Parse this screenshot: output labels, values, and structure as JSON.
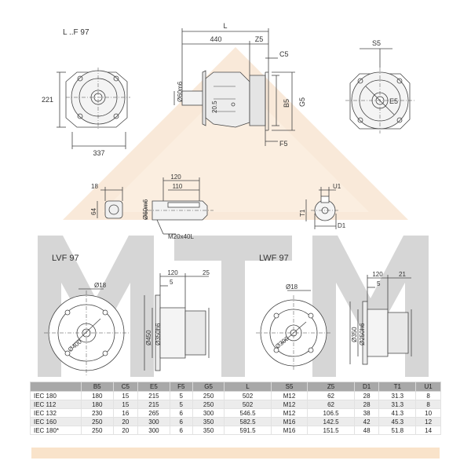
{
  "watermark": {
    "letters": "MTM",
    "accent": "#f6dcc2",
    "gray": "#d4d4d4"
  },
  "views": {
    "top_left": {
      "title": "L ..F 97",
      "dim_height": "221",
      "dim_width": "337"
    },
    "side": {
      "dim_L": "L",
      "dim_440": "440",
      "dim_Z5": "Z5",
      "dim_C5": "C5",
      "dim_B5": "B5",
      "dim_G5": "G5",
      "dim_F5": "F5",
      "dim_shaft": "Ø60m6",
      "dim_20_5": "20.5"
    },
    "right": {
      "dim_S5": "S5",
      "dim_E5": "E5"
    },
    "key": {
      "dim_18": "18",
      "dim_64": "64"
    },
    "shaft": {
      "dim_120": "120",
      "dim_110": "110",
      "dim_dia": "Ø60m6",
      "thread": "M20x40L"
    },
    "key2": {
      "dim_U1": "U1",
      "dim_T1": "T1",
      "dim_D1": "D1"
    },
    "lvf": {
      "title": "LVF 97",
      "dim_18": "Ø18",
      "dim_400": "Ø400",
      "dim_120": "120",
      "dim_25": "25",
      "dim_5": "5",
      "dim_450": "Ø450",
      "dim_350": "Ø350h6"
    },
    "lwf": {
      "title": "LWF 97",
      "dim_18": "Ø18",
      "dim_300": "Ø300",
      "dim_120": "120",
      "dim_21": "21",
      "dim_5": "5",
      "dim_350": "Ø350",
      "dim_250": "Ø250h6"
    }
  },
  "table": {
    "headers": [
      "",
      "B5",
      "C5",
      "E5",
      "F5",
      "G5",
      "L",
      "S5",
      "Z5",
      "D1",
      "T1",
      "U1"
    ],
    "rows": [
      [
        "IEC 180",
        "180",
        "15",
        "215",
        "5",
        "250",
        "502",
        "M12",
        "62",
        "28",
        "31.3",
        "8"
      ],
      [
        "IEC 112",
        "180",
        "15",
        "215",
        "5",
        "250",
        "502",
        "M12",
        "62",
        "28",
        "31.3",
        "8"
      ],
      [
        "IEC 132",
        "230",
        "16",
        "265",
        "6",
        "300",
        "546.5",
        "M12",
        "106.5",
        "38",
        "41.3",
        "10"
      ],
      [
        "IEC 160",
        "250",
        "20",
        "300",
        "6",
        "350",
        "582.5",
        "M16",
        "142.5",
        "42",
        "45.3",
        "12"
      ],
      [
        "IEC 180*",
        "250",
        "20",
        "300",
        "6",
        "350",
        "591.5",
        "M16",
        "151.5",
        "48",
        "51.8",
        "14"
      ]
    ]
  }
}
